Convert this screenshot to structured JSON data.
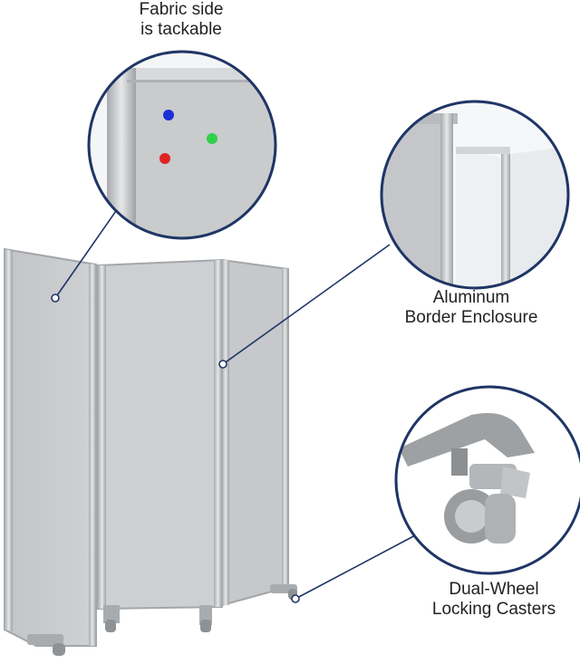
{
  "callouts": {
    "fabric": {
      "line1": "Fabric side",
      "line2": "is tackable"
    },
    "aluminum": {
      "line1": "Aluminum",
      "line2": "Border Enclosure"
    },
    "casters": {
      "line1": "Dual-Wheel",
      "line2": "Locking Casters"
    }
  },
  "colors": {
    "callout_ring": "#1f3566",
    "panel_fabric": "#c9cbcd",
    "frame": "#b9bcbf",
    "pin_blue": "#1d2fd6",
    "pin_green": "#2fd14a",
    "pin_red": "#e02424"
  }
}
